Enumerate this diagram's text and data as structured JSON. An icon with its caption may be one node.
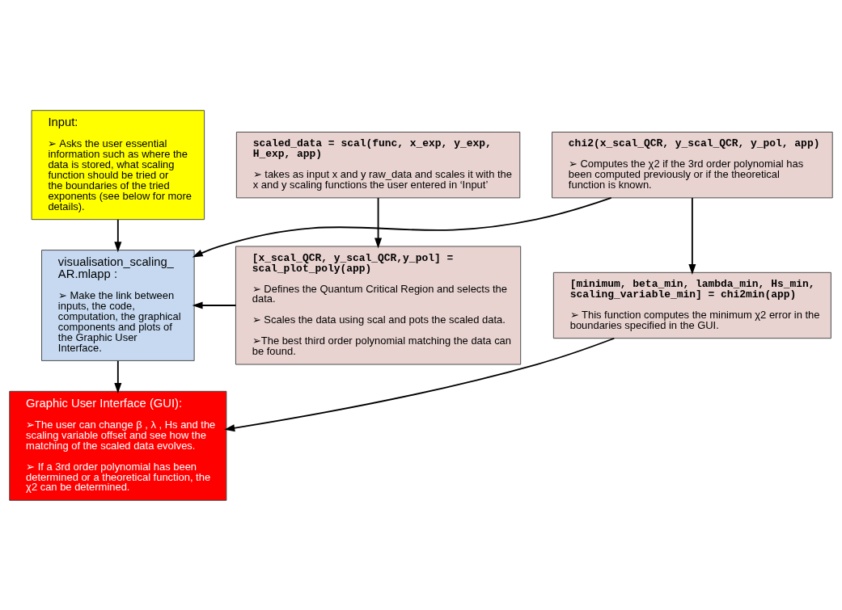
{
  "diagram": {
    "nodes": [
      {
        "text": [
          "Input:",
          "➢ Asks the user essential information such as where the data is stored, what scaling function should be tried or the boundaries of the tried exponents (see below for more details)."
        ]
      },
      {
        "text": [
          "visualisation_scaling_ AR.mlapp :",
          "➢ Make the link between inputs, the code, computation, the graphical components and plots of the Graphic User Interface."
        ]
      },
      {
        "text": [
          "Graphic User Interface (GUI):",
          "➢The user can change β , λ , Hs and the scaling variable offset and see how the matching of the scaled data evolves.",
          "➢ If a 3rd order polynomial has been determined or a theoretical function, the χ2 can be determined."
        ]
      },
      {
        "text": [
          "scaled_data = scal(func, x_exp, y_exp, H_exp, app)",
          "➢ takes as input x and y raw_data and scales it with the x and y scaling functions the user entered in ‘Input’"
        ]
      },
      {
        "text": [
          "[x_scal_QCR, y_scal_QCR,y_pol] = scal_plot_poly(app)",
          "➢ Defines the Quantum Critical Region and selects the data.",
          "➢ Scales the data using scal and pots the scaled data.",
          "➢The best third order polynomial matching the data can be found."
        ]
      },
      {
        "text": [
          "chi2(x_scal_QCR, y_scal_QCR, y_pol, app)",
          "➢ Computes the χ2 if the 3rd order polynomial has been computed previously or if the theoretical function is known."
        ]
      },
      {
        "text": [
          "[minimum, beta_min, lambda_min, Hs_min, scaling_variable_min] = chi2min(app)",
          "➢ This function computes the minimum χ2 error in the boundaries specified in the GUI."
        ]
      }
    ],
    "edges": [
      {
        "from": 0,
        "to": 1,
        "arrow": "to"
      },
      {
        "from": 1,
        "to": 2,
        "arrow": "to"
      },
      {
        "from": 3,
        "to": 4,
        "arrow": "to"
      },
      {
        "from": 5,
        "to": 6,
        "arrow": "to"
      },
      {
        "from": 4,
        "to": 1,
        "arrow": "to"
      },
      {
        "from": 5,
        "to": 1,
        "arrow": "to"
      },
      {
        "from": 6,
        "to": 2,
        "arrow": "to"
      }
    ]
  }
}
